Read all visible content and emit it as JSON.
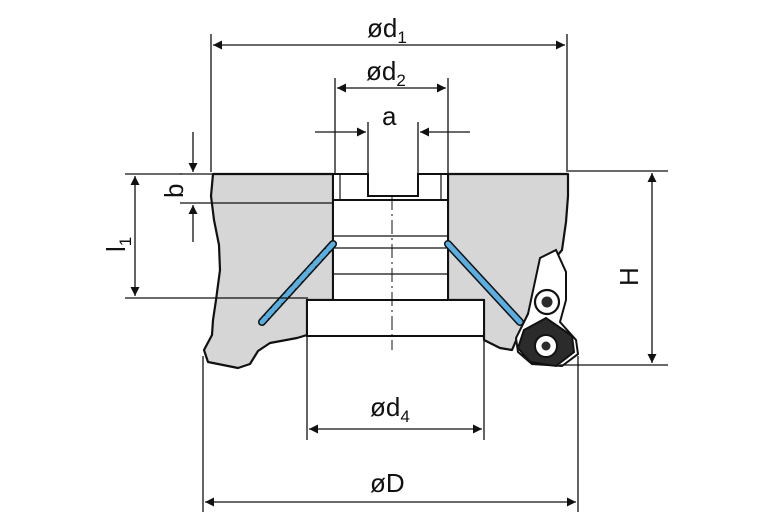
{
  "dimensions": {
    "d1": {
      "base": "ød",
      "sub": "1"
    },
    "d2": {
      "base": "ød",
      "sub": "2"
    },
    "a": {
      "base": "a"
    },
    "b": {
      "base": "b"
    },
    "l1": {
      "base": "l",
      "sub": "1"
    },
    "H": {
      "base": "H"
    },
    "d4": {
      "base": "ød",
      "sub": "4"
    },
    "D": {
      "base": "øD"
    }
  },
  "colors": {
    "body": "#d6d6d6",
    "coolant": "#5aaee0",
    "insert": "#2b2b2b",
    "line": "#111111"
  },
  "icons": {
    "insert": "indexable-insert-icon",
    "screw": "torx-screw-icon"
  }
}
